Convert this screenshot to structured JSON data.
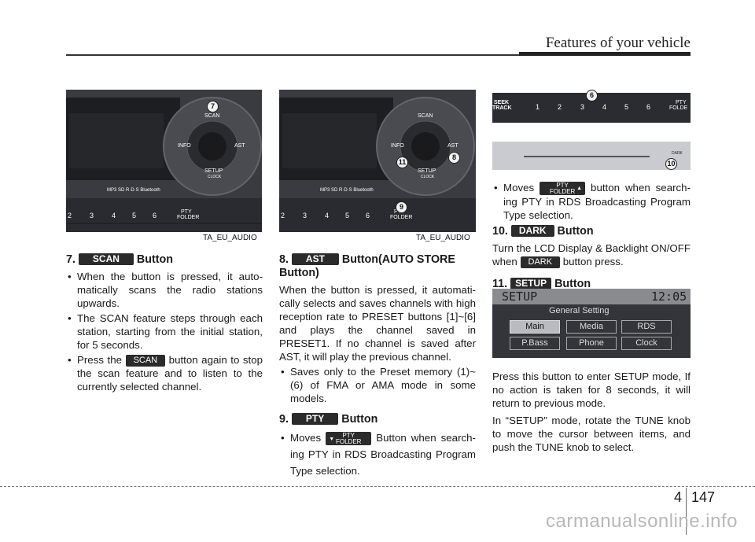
{
  "header": {
    "title": "Features of your vehicle"
  },
  "figures": {
    "left": {
      "caption": "TA_EU_AUDIO",
      "knob_labels": {
        "top": "SCAN",
        "left": "INFO",
        "right": "AST",
        "bottom": "SETUP",
        "bottom_sub": "CLOCK"
      },
      "preset_keys": [
        "2",
        "3",
        "4",
        "5",
        "6"
      ],
      "folder_label_top": "PTY",
      "folder_label_bottom": "FOLDER",
      "logo_text": "MP3  SD R·D·S  Bluetooth",
      "callout": "7"
    },
    "middle": {
      "caption": "TA_EU_AUDIO",
      "knob_labels": {
        "top": "SCAN",
        "left": "INFO",
        "right": "AST",
        "bottom": "SETUP",
        "bottom_sub": "CLOCK"
      },
      "preset_keys": [
        "2",
        "3",
        "4",
        "5",
        "6"
      ],
      "folder_label_top": "PTY",
      "folder_label_bottom": "FOLDER",
      "logo_text": "MP3  SD R·D·S  Bluetooth",
      "callouts": [
        "11",
        "8",
        "9"
      ]
    },
    "right_top": {
      "seek_label_1": "SEEK",
      "seek_label_2": "TRACK",
      "preset_keys": [
        "1",
        "2",
        "3",
        "4",
        "5",
        "6"
      ],
      "folder_label_top": "PTY",
      "folder_label_bottom": "FOLDE",
      "callout": "6"
    },
    "right_slot": {
      "dark_label": "DARK",
      "callout": "10"
    },
    "setup_screen": {
      "title": "SETUP",
      "time": "12:05",
      "subtitle": "General Setting",
      "buttons": [
        "Main",
        "Media",
        "RDS",
        "P.Bass",
        "Phone",
        "Clock"
      ]
    }
  },
  "col1": {
    "heading_num": "7.",
    "heading_badge": "SCAN",
    "heading_text": "Button",
    "bullet1": "When the button is pressed, it auto-matically scans the radio stations upwards.",
    "bullet2": "The SCAN feature steps through each station, starting from the initial station, for 5 seconds.",
    "bullet3_pre": "Press the",
    "bullet3_badge": "SCAN",
    "bullet3_post": "button again to stop the scan feature and to listen to the currently selected channel."
  },
  "col2": {
    "h8_num": "8.",
    "h8_badge": "AST",
    "h8_text": "Button(AUTO STORE Button)",
    "para8": "When the button is pressed, it automati-cally selects and saves channels with high reception rate to PRESET buttons [1]~[6] and plays the channel saved in PRESET1. If no channel is saved after AST, it will play the previous channel.",
    "bullet8": "Saves only to the Preset memory (1)~(6) of FMA or AMA mode in some models.",
    "h9_num": "9.",
    "h9_badge": "PTY",
    "h9_text": "Button",
    "bullet9_pre": "Moves",
    "bullet9_badge_top": "PTY",
    "bullet9_badge_bottom": "FOLDER",
    "bullet9_post": "Button when search-ing PTY in RDS Broadcasting Program Type selection."
  },
  "col3": {
    "bullet_pre": "Moves",
    "badge_top": "PTY",
    "badge_bottom": "FOLDER",
    "bullet_post": "button when search-ing PTY in RDS Broadcasting Program Type selection.",
    "h10_num": "10.",
    "h10_badge": "DARK",
    "h10_text": "Button",
    "para10_pre": "Turn the LCD Display & Backlight ON/OFF when",
    "para10_badge": "DARK",
    "para10_post": "button press.",
    "h11_num": "11.",
    "h11_badge": "SETUP",
    "h11_text": "Button",
    "para11a": "Press this button to enter SETUP mode, If no action is taken for 8 seconds, it will return to previous mode.",
    "para11b": "In “SETUP” mode, rotate the TUNE knob to move the cursor between items, and push the TUNE knob to select."
  },
  "footer": {
    "chapter": "4",
    "page": "147",
    "watermark": "carmanualsonline.info"
  }
}
